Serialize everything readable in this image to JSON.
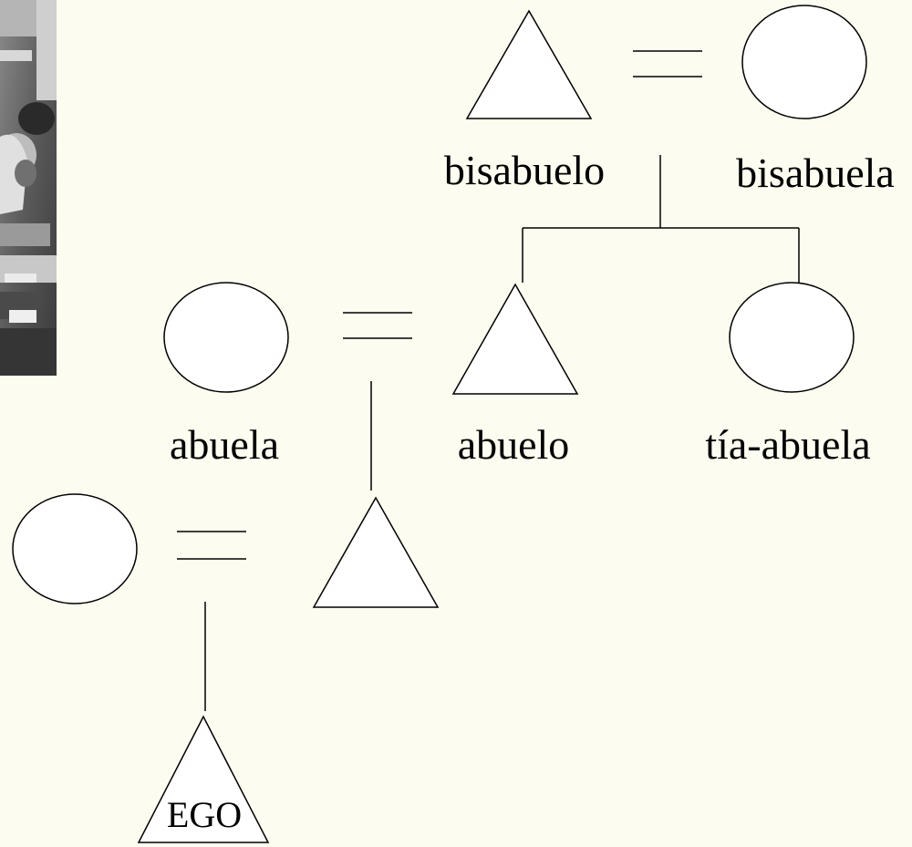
{
  "photo": {
    "icon": "classroom-photo",
    "description_icon": "grayscale-photo-fragment"
  },
  "labels": {
    "bisabuelo": "bisabuelo",
    "bisabuela": "bisabuela",
    "abuela": "abuela",
    "abuelo": "abuelo",
    "tia_abuela": "tía-abuela",
    "ego": "EGO"
  },
  "colors": {
    "background": "#fcfcf0",
    "shape_fill": "#ffffff",
    "stroke": "#000000"
  }
}
